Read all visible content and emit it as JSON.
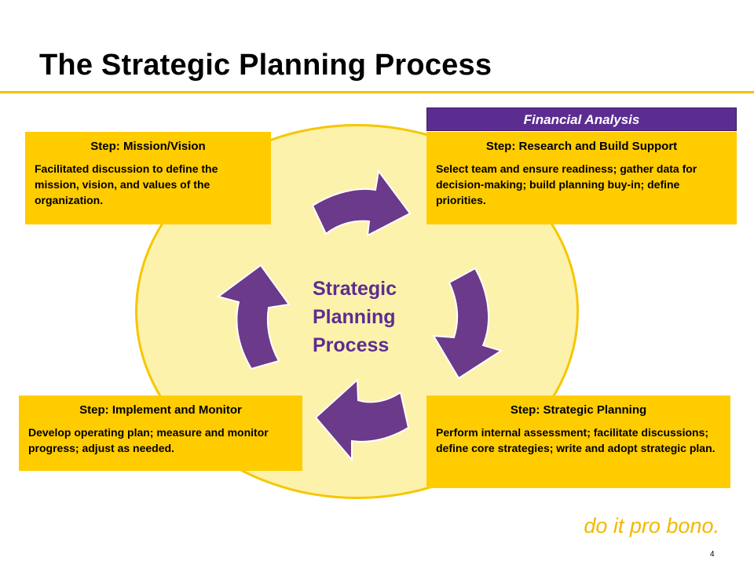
{
  "slide": {
    "title": "The Strategic Planning Process",
    "center_label": [
      "Strategic",
      "Planning",
      "Process"
    ],
    "financial_tab": "Financial Analysis",
    "tagline": "do it pro bono.",
    "page_number": "4"
  },
  "steps": {
    "mission": {
      "title": "Step: Mission/Vision",
      "description": "Facilitated discussion to define the mission, vision, and values of the organization."
    },
    "research": {
      "title": "Step: Research and Build Support",
      "description": "Select team and ensure readiness; gather data for decision-making; build planning buy-in; define priorities."
    },
    "implement": {
      "title": "Step: Implement and Monitor",
      "description": "Develop operating plan; measure and monitor progress; adjust as needed."
    },
    "strategic": {
      "title": "Step: Strategic Planning",
      "description": "Perform internal assessment; facilitate discussions; define core strategies; write and adopt strategic plan."
    }
  },
  "colors": {
    "accent_gold": "#ffcc00",
    "circle_fill": "#fdf2ab",
    "arrow_purple": "#6b3a8a",
    "tab_purple": "#5c2d91"
  },
  "icons": [
    "cycle-arrow-icon"
  ]
}
